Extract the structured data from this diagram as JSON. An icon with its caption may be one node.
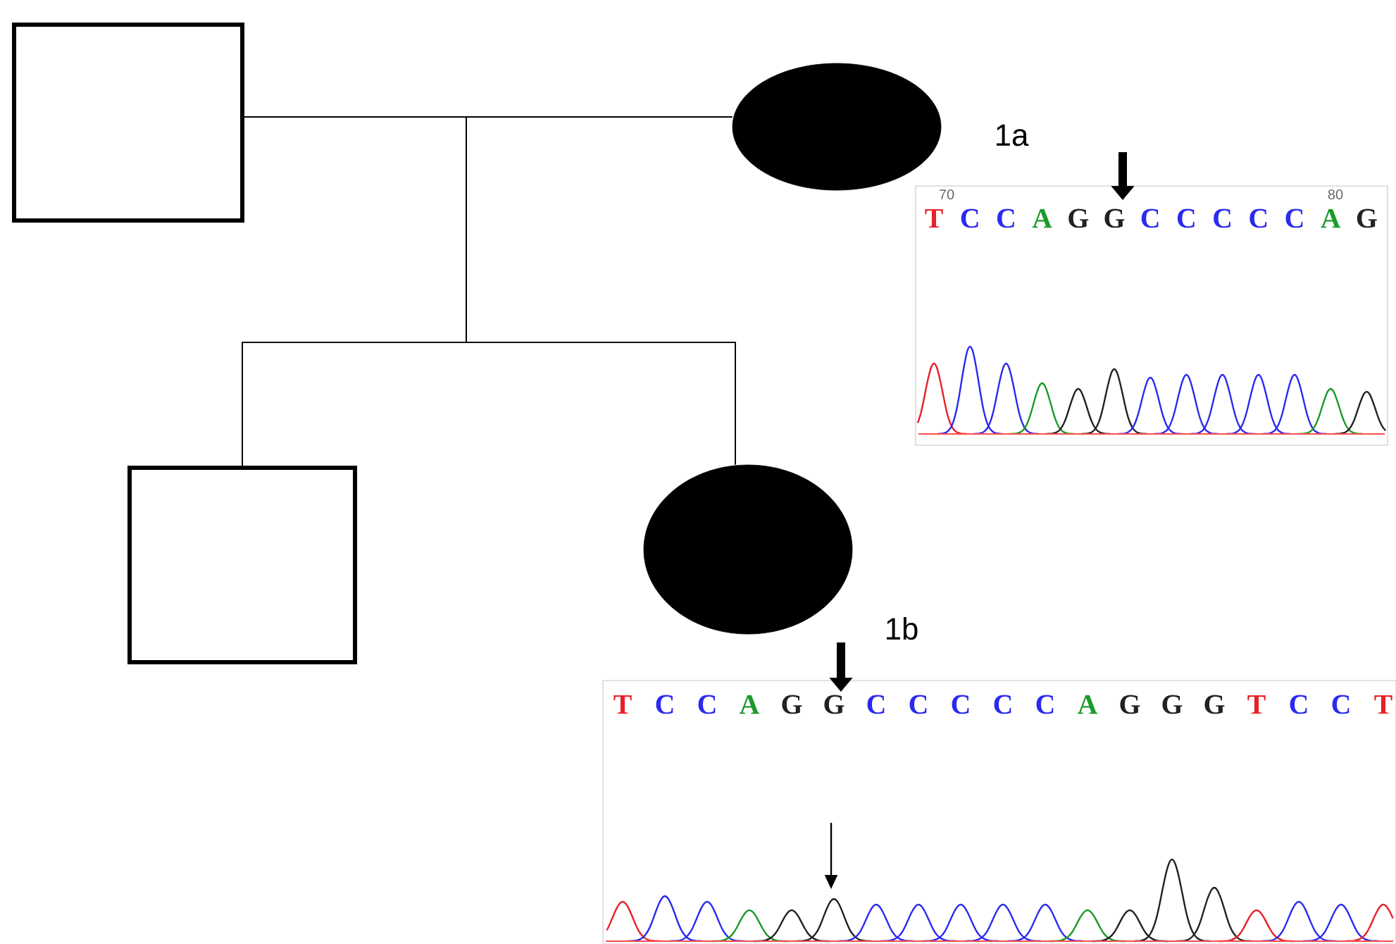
{
  "diagram": {
    "nodes": [
      {
        "text": [],
        "shape": "box"
      },
      {
        "text": [],
        "shape": "circle"
      },
      {
        "text": [],
        "shape": "box"
      },
      {
        "text": [],
        "shape": "circle"
      }
    ],
    "edges": [
      {
        "from": 0,
        "to": 1,
        "arrow": "none"
      },
      {
        "from": 0,
        "to": 2,
        "arrow": "none"
      },
      {
        "from": 0,
        "to": 3,
        "arrow": "none"
      },
      {
        "from": 1,
        "to": 2,
        "arrow": "none"
      },
      {
        "from": 1,
        "to": 3,
        "arrow": "none"
      }
    ],
    "labels": [
      "1a",
      "70",
      "80",
      "T",
      "C",
      "C",
      "A",
      "G",
      "G",
      "C",
      "C",
      "C",
      "C",
      "C",
      "A",
      "G",
      "1b",
      "T",
      "C",
      "C",
      "A",
      "G",
      "G",
      "C",
      "C",
      "C",
      "C",
      "C",
      "A",
      "G",
      "G",
      "G",
      "T",
      "C",
      "C",
      "T"
    ]
  }
}
